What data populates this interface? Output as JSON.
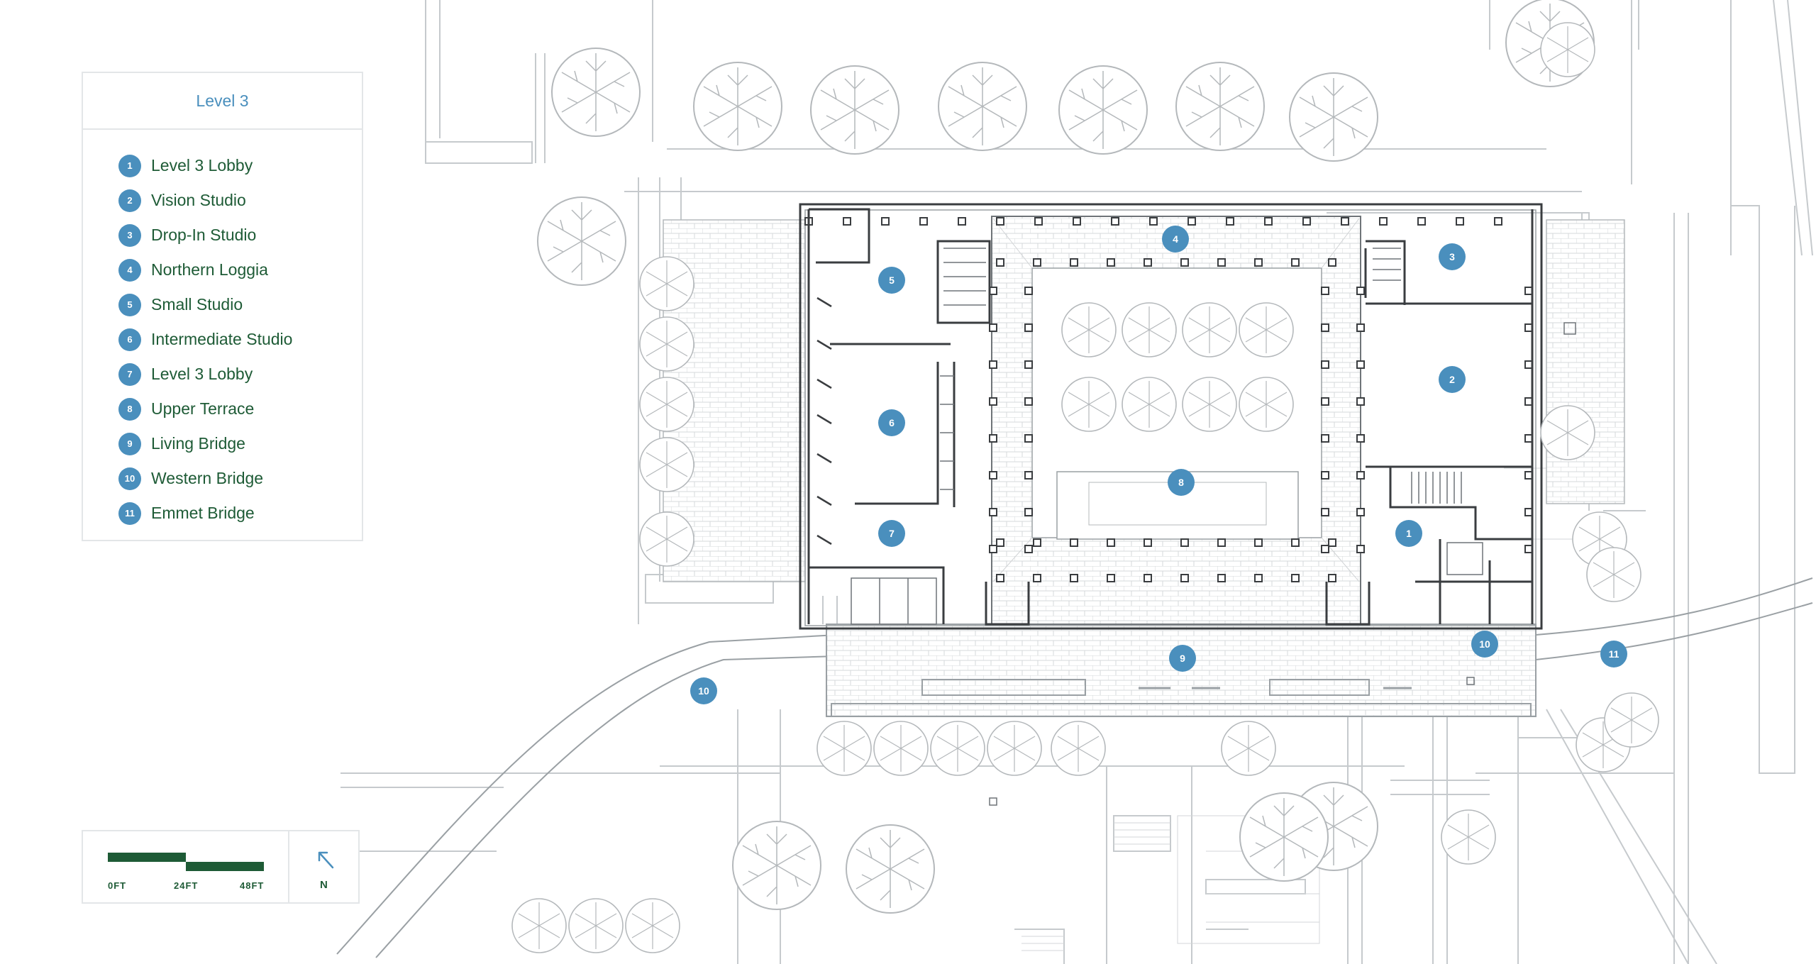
{
  "legend": {
    "title": "Level 3",
    "items": [
      {
        "num": "1",
        "label": "Level 3 Lobby"
      },
      {
        "num": "2",
        "label": "Vision Studio"
      },
      {
        "num": "3",
        "label": "Drop-In Studio"
      },
      {
        "num": "4",
        "label": "Northern Loggia"
      },
      {
        "num": "5",
        "label": "Small Studio"
      },
      {
        "num": "6",
        "label": "Intermediate Studio"
      },
      {
        "num": "7",
        "label": "Level 3 Lobby"
      },
      {
        "num": "8",
        "label": "Upper Terrace"
      },
      {
        "num": "9",
        "label": "Living Bridge"
      },
      {
        "num": "10",
        "label": "Western Bridge"
      },
      {
        "num": "11",
        "label": "Emmet Bridge"
      }
    ]
  },
  "scale": {
    "labels": [
      "0FT",
      "24FT",
      "48FT"
    ]
  },
  "north": {
    "label": "N",
    "icon": "north-arrow-icon"
  },
  "markers": [
    "4",
    "5",
    "3",
    "2",
    "6",
    "8",
    "7",
    "1",
    "10",
    "9",
    "10",
    "11"
  ],
  "colors": {
    "marker": "#4a8fbd",
    "legend_text": "#1e5b36",
    "title": "#4a8fbd",
    "linework": "#9aa0a4"
  }
}
